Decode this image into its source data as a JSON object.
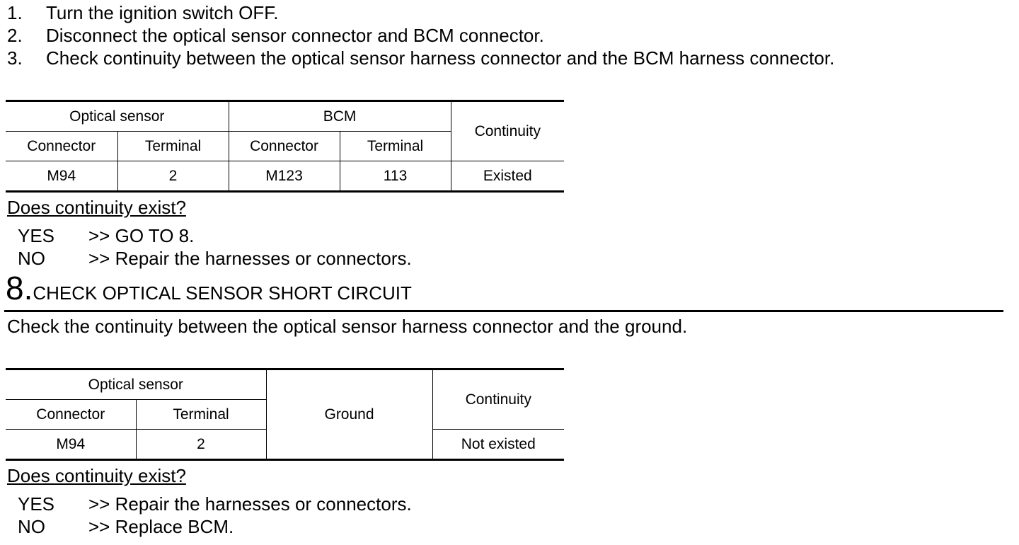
{
  "steps": [
    {
      "num": "1.",
      "text": "Turn the ignition switch OFF."
    },
    {
      "num": "2.",
      "text": "Disconnect the optical sensor connector and BCM connector."
    },
    {
      "num": "3.",
      "text": "Check continuity between the optical sensor harness connector and the BCM harness connector."
    }
  ],
  "table1": {
    "group1": "Optical sensor",
    "group2": "BCM",
    "continuity_header": "Continuity",
    "connector_header": "Connector",
    "terminal_header": "Terminal",
    "row": {
      "os_connector": "M94",
      "os_terminal": "2",
      "bcm_connector": "M123",
      "bcm_terminal": "113",
      "continuity": "Existed"
    }
  },
  "question1": "Does continuity exist?",
  "answers1": [
    {
      "key": "YES",
      "text": ">> GO TO 8."
    },
    {
      "key": "NO",
      "text": ">> Repair the harnesses or connectors."
    }
  ],
  "section": {
    "number": "8.",
    "title": "CHECK OPTICAL SENSOR SHORT CIRCUIT"
  },
  "paragraph": "Check the continuity between the optical sensor harness connector and the ground.",
  "table2": {
    "group1": "Optical sensor",
    "ground_header": "Ground",
    "continuity_header": "Continuity",
    "connector_header": "Connector",
    "terminal_header": "Terminal",
    "row": {
      "os_connector": "M94",
      "os_terminal": "2",
      "continuity": "Not existed"
    }
  },
  "question2": "Does continuity exist?",
  "answers2": [
    {
      "key": "YES",
      "text": ">> Repair the harnesses or connectors."
    },
    {
      "key": "NO",
      "text": ">> Replace BCM."
    }
  ]
}
